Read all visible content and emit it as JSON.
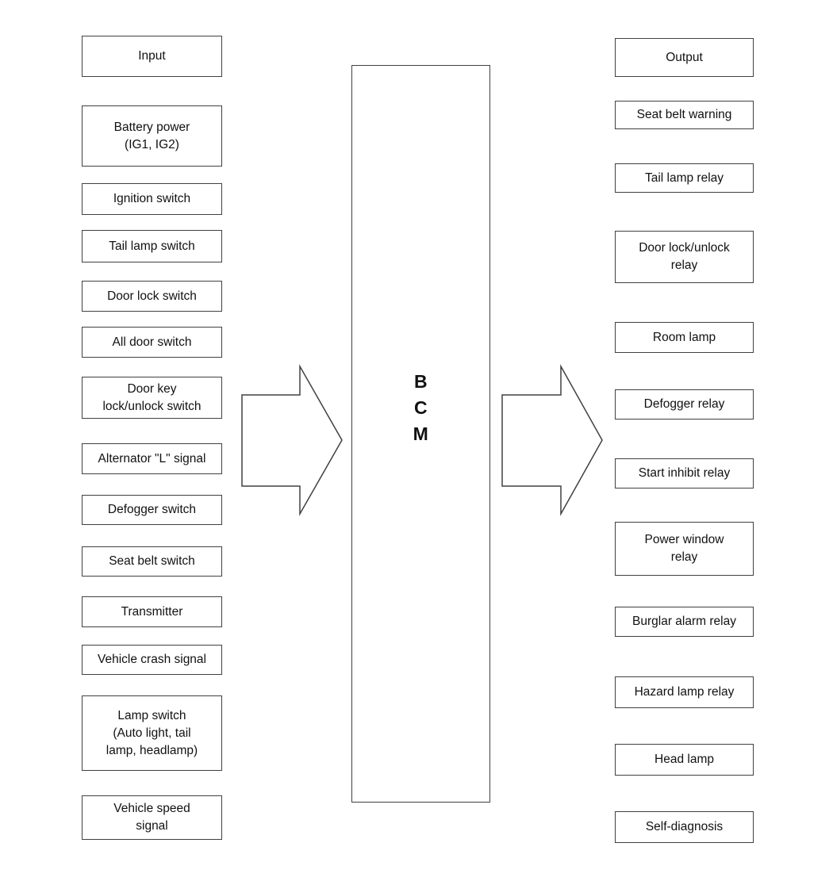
{
  "bcm": {
    "label": "B\nC\nM"
  },
  "inputs": [
    {
      "label": "Input"
    },
    {
      "label": "Battery power\n(IG1, IG2)"
    },
    {
      "label": "Ignition switch"
    },
    {
      "label": "Tail lamp switch"
    },
    {
      "label": "Door lock switch"
    },
    {
      "label": "All door switch"
    },
    {
      "label": "Door key\nlock/unlock switch"
    },
    {
      "label": "Alternator \"L\" signal"
    },
    {
      "label": "Defogger switch"
    },
    {
      "label": "Seat belt switch"
    },
    {
      "label": "Transmitter"
    },
    {
      "label": "Vehicle crash signal"
    },
    {
      "label": "Lamp switch\n(Auto light, tail\nlamp, headlamp)"
    },
    {
      "label": "Vehicle speed\nsignal"
    }
  ],
  "outputs": [
    {
      "label": "Output"
    },
    {
      "label": "Seat belt warning"
    },
    {
      "label": "Tail lamp relay"
    },
    {
      "label": "Door lock/unlock\nrelay"
    },
    {
      "label": "Room lamp"
    },
    {
      "label": "Defogger relay"
    },
    {
      "label": "Start inhibit relay"
    },
    {
      "label": "Power window\nrelay"
    },
    {
      "label": "Burglar alarm relay"
    },
    {
      "label": "Hazard lamp relay"
    },
    {
      "label": "Head lamp"
    },
    {
      "label": "Self-diagnosis"
    }
  ],
  "colors": {
    "background": "#ffffff",
    "border": "#404040",
    "text": "#111111"
  }
}
